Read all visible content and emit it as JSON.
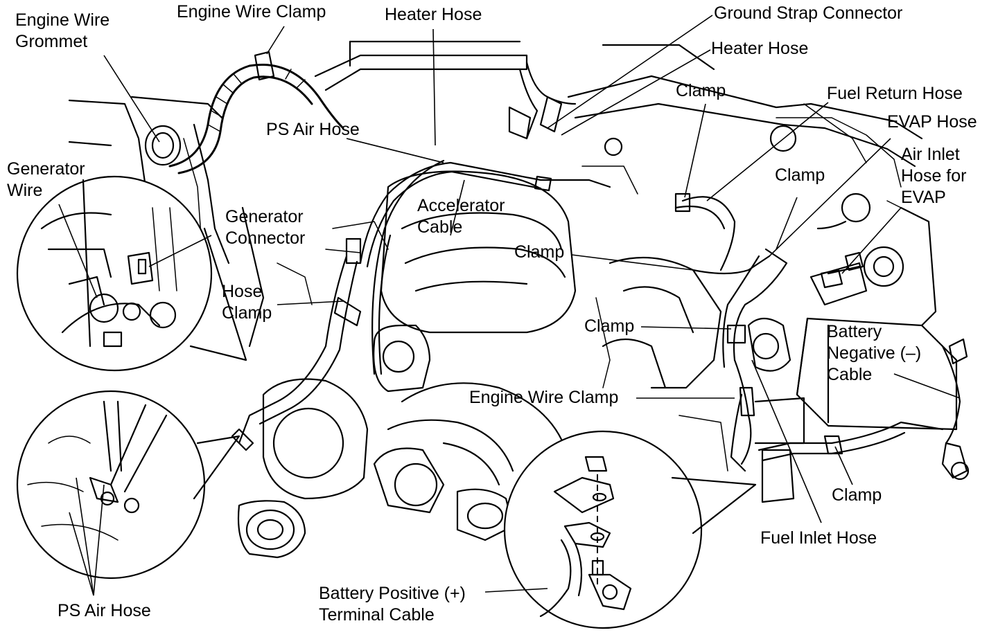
{
  "labels": {
    "engine_wire_grommet": [
      "Engine Wire",
      "Grommet"
    ],
    "engine_wire_clamp_top": "Engine Wire Clamp",
    "heater_hose_top": "Heater Hose",
    "ground_strap_connector": "Ground Strap Connector",
    "heater_hose_right": "Heater Hose",
    "clamp_upper": "Clamp",
    "fuel_return_hose": "Fuel Return Hose",
    "evap_hose": "EVAP Hose",
    "air_inlet_hose_evap": [
      "Air Inlet",
      "Hose for",
      "EVAP"
    ],
    "clamp_right": "Clamp",
    "generator_wire": [
      "Generator",
      "Wire"
    ],
    "ps_air_hose_top": "PS Air Hose",
    "generator_connector": [
      "Generator",
      "Connector"
    ],
    "accelerator_cable": [
      "Accelerator",
      "Cable"
    ],
    "clamp_middle": "Clamp",
    "hose_clamp": [
      "Hose",
      "Clamp"
    ],
    "clamp_lower": "Clamp",
    "battery_negative_cable": [
      "Battery",
      "Negative (–)",
      "Cable"
    ],
    "engine_wire_clamp_middle": "Engine Wire Clamp",
    "clamp_battery": "Clamp",
    "fuel_inlet_hose": "Fuel Inlet Hose",
    "battery_positive_terminal_cable": [
      "Battery Positive (+)",
      "Terminal Cable"
    ],
    "ps_air_hose_bottom": "PS Air Hose"
  },
  "colors": {
    "ink": "#000000",
    "paper": "#ffffff"
  }
}
